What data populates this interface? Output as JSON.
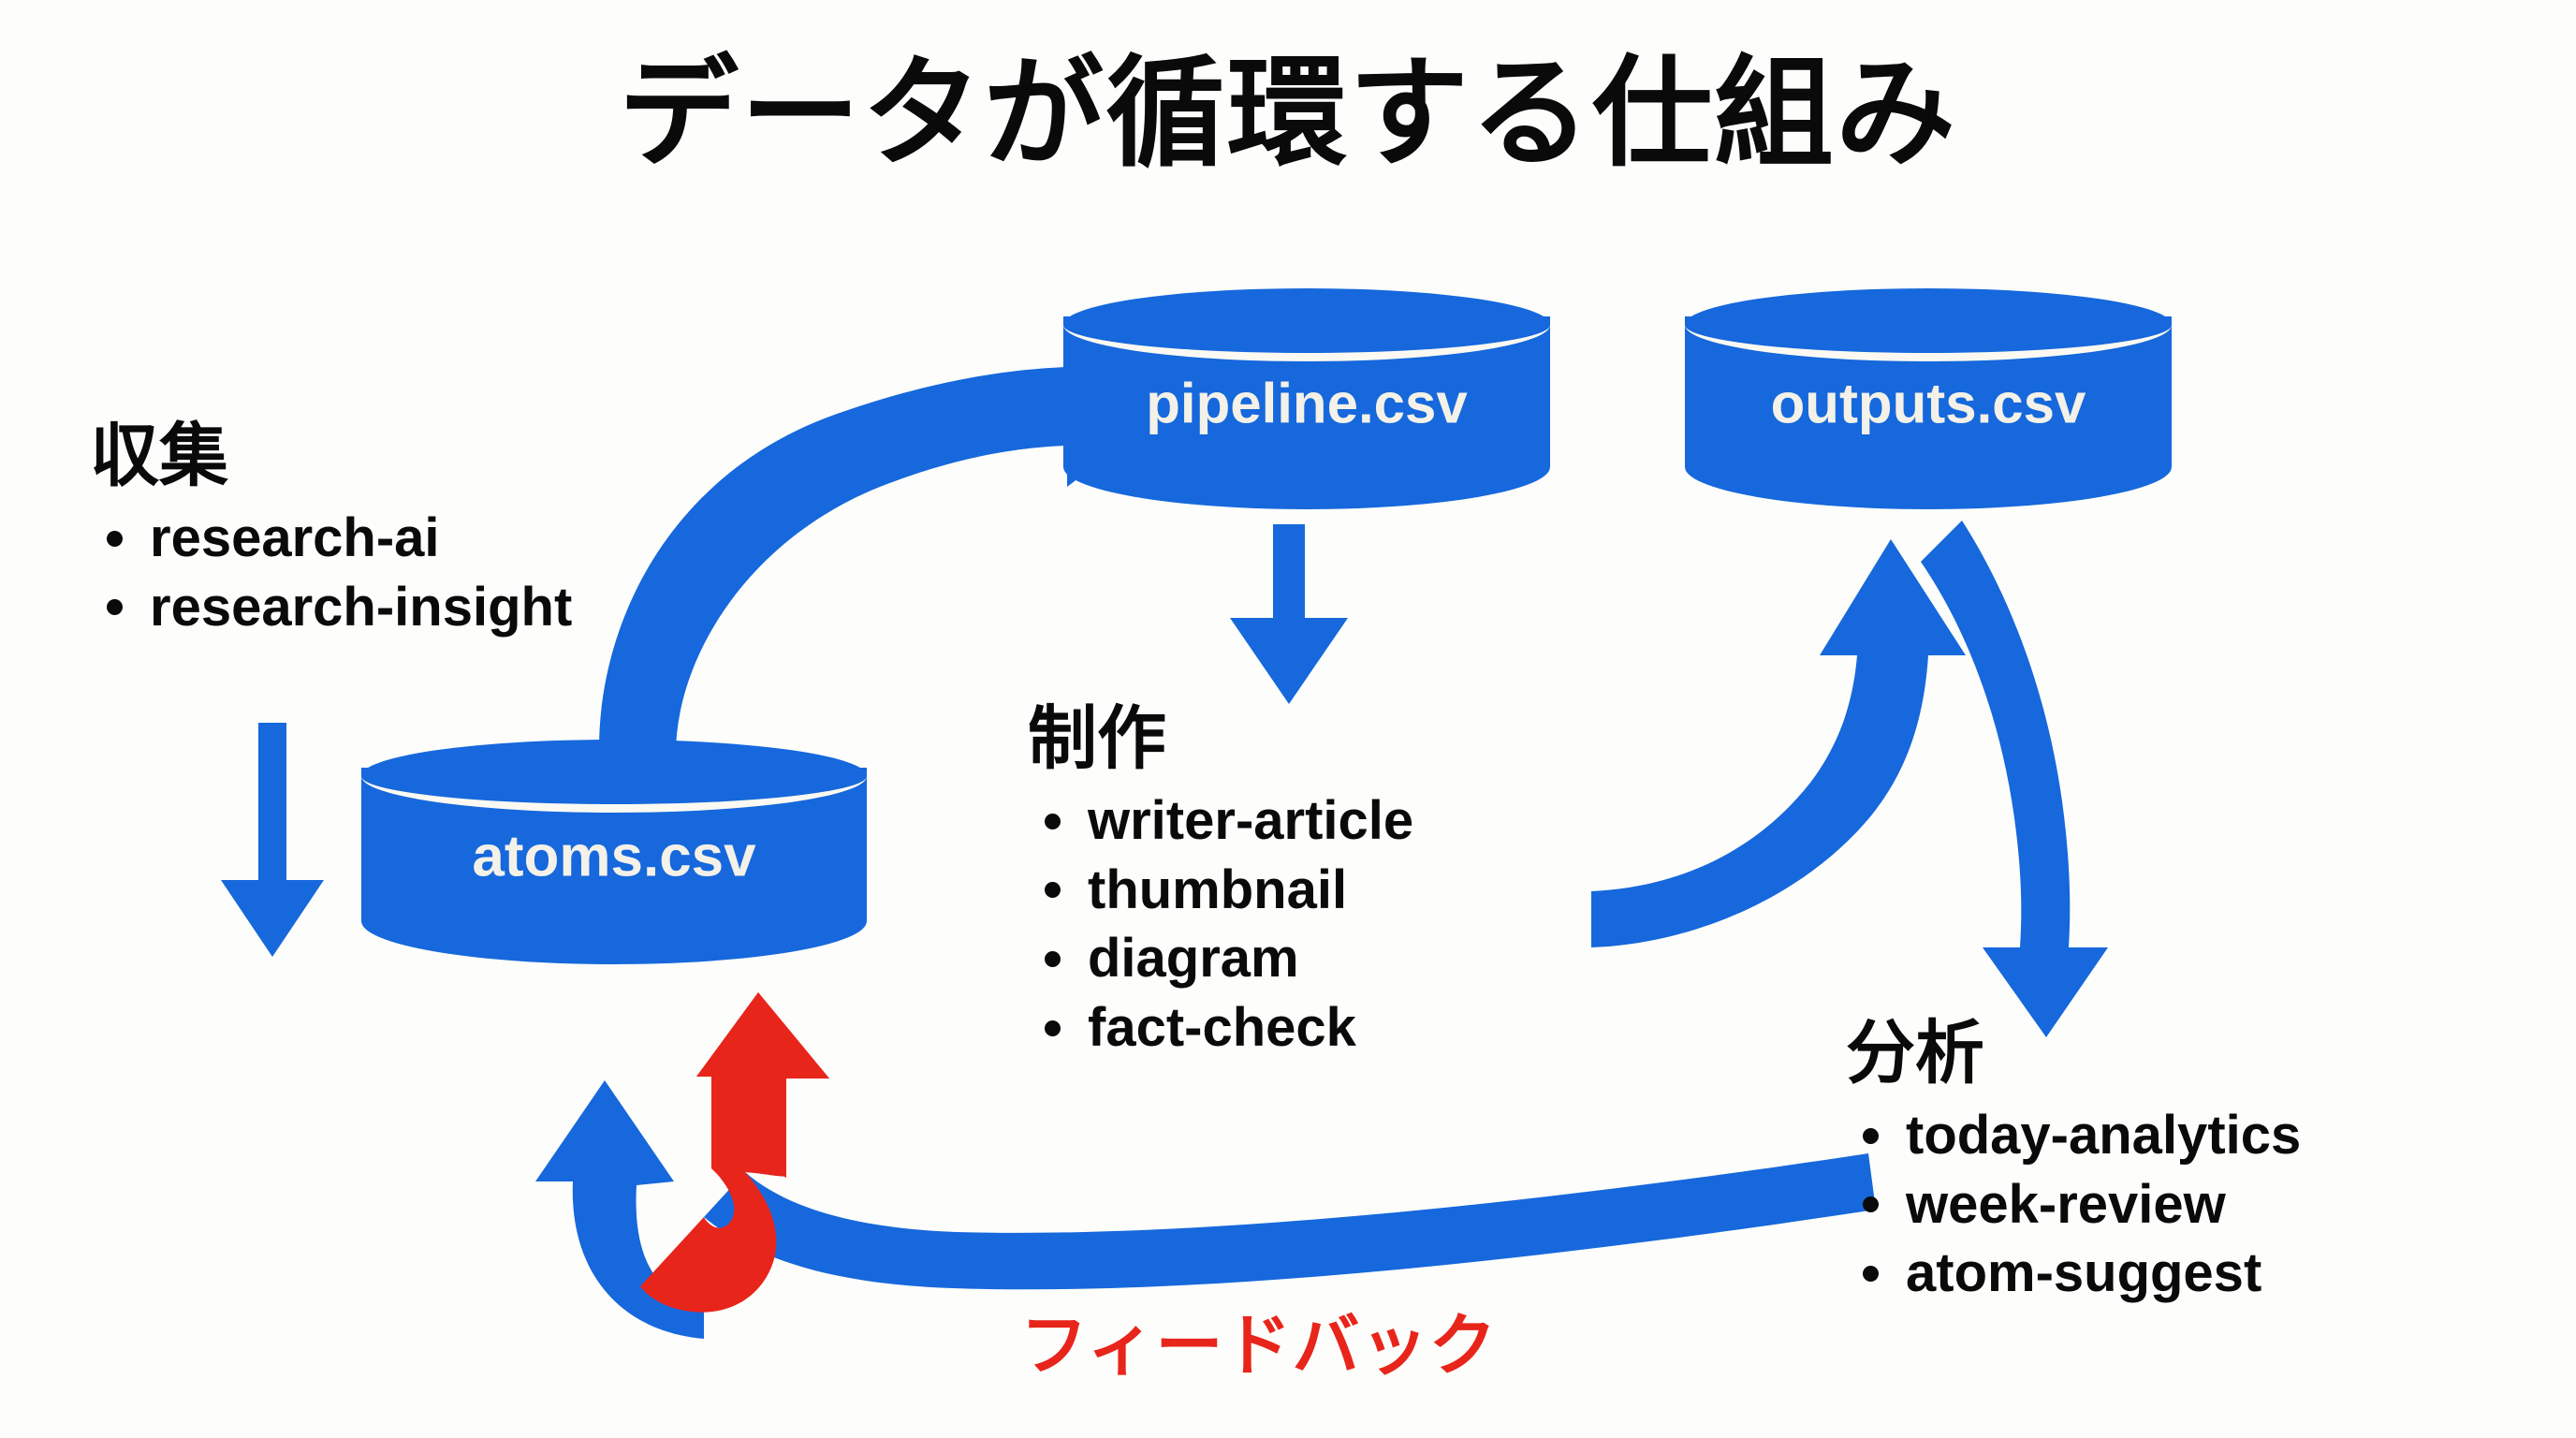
{
  "title": "データが循環する仕組み",
  "colors": {
    "blue": "#1668DC",
    "red": "#E8251B",
    "text": "#0A0A0A",
    "background": "#FDFDFB",
    "cylinder_label": "#F3F1E8"
  },
  "databases": [
    {
      "id": "atoms",
      "label": "atoms.csv"
    },
    {
      "id": "pipeline",
      "label": "pipeline.csv"
    },
    {
      "id": "outputs",
      "label": "outputs.csv"
    }
  ],
  "groups": [
    {
      "id": "collect",
      "heading": "収集",
      "items": [
        "research-ai",
        "research-insight"
      ]
    },
    {
      "id": "produce",
      "heading": "制作",
      "items": [
        "writer-article",
        "thumbnail",
        "diagram",
        "fact-check"
      ]
    },
    {
      "id": "analyze",
      "heading": "分析",
      "items": [
        "today-analytics",
        "week-review",
        "atom-suggest"
      ]
    }
  ],
  "feedback": {
    "label": "フィードバック",
    "color": "#E8251B"
  },
  "flow": [
    {
      "from": "収集",
      "to": "atoms.csv",
      "color": "#1668DC",
      "style": "straight-down"
    },
    {
      "from": "atoms.csv",
      "to": "pipeline.csv",
      "color": "#1668DC",
      "style": "curve-up-right"
    },
    {
      "from": "pipeline.csv",
      "to": "制作",
      "color": "#1668DC",
      "style": "straight-down"
    },
    {
      "from": "制作",
      "to": "outputs.csv",
      "color": "#1668DC",
      "style": "curve-up-right"
    },
    {
      "from": "outputs.csv",
      "to": "分析",
      "color": "#1668DC",
      "style": "curve-down-right"
    },
    {
      "from": "分析",
      "to": "atoms.csv",
      "color": "#E8251B",
      "style": "feedback-loop"
    }
  ]
}
